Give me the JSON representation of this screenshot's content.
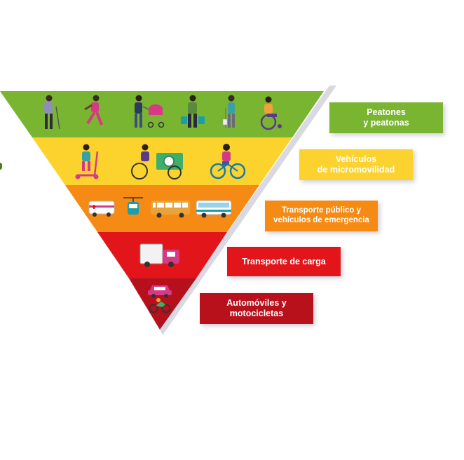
{
  "pyramid": {
    "tiers": [
      {
        "id": "peatones",
        "label": "Peatones\ny peatonas",
        "color": "#7ab531",
        "label_bg": "#7ab531",
        "icons": [
          "elderly-walker-icon",
          "runner-icon",
          "stroller-icon",
          "shopper-icon",
          "cane-walker-icon",
          "wheelchair-icon"
        ]
      },
      {
        "id": "micromovilidad",
        "label": "Vehículos\nde micromovilidad",
        "color": "#fcd32c",
        "label_bg": "#fcd22e",
        "icons": [
          "scooter-icon",
          "cargo-bike-icon",
          "bicycle-icon"
        ]
      },
      {
        "id": "transporte-publico",
        "label": "Transporte público y\nvehículos de emergencia",
        "color": "#f58a14",
        "label_bg": "#f58a14",
        "icons": [
          "ambulance-icon",
          "cable-car-icon",
          "trolleybus-icon",
          "bus-icon"
        ]
      },
      {
        "id": "transporte-carga",
        "label": "Transporte de carga",
        "color": "#e2151b",
        "label_bg": "#e2151b",
        "icons": [
          "delivery-truck-icon"
        ]
      },
      {
        "id": "automoviles",
        "label": "Automóviles y\nmotocicletas",
        "color": "#b5101b",
        "label_bg": "#b8111c",
        "icons": [
          "car-icon",
          "motorcycle-icon"
        ]
      }
    ]
  }
}
